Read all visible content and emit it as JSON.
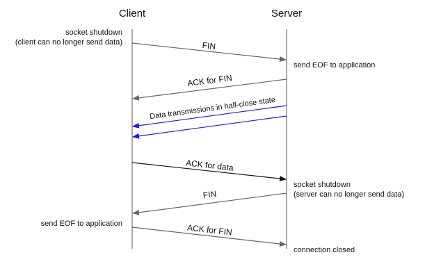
{
  "participants": {
    "client": "Client",
    "server": "Server"
  },
  "client_notes": {
    "shutdown_line1": "socket shutdown",
    "shutdown_line2": "(client can no longer send data)",
    "send_eof": "send EOF to application"
  },
  "server_notes": {
    "send_eof": "send EOF to application",
    "shutdown_line1": "socket shutdown",
    "shutdown_line2": "(server can no longer send data)",
    "connection_closed": "connection closed"
  },
  "messages": {
    "fin_client": "FIN",
    "ack_fin_server": "ACK for FIN",
    "data_half_close": "Data transmissions in half-close state",
    "ack_data": "ACK for data",
    "fin_server": "FIN",
    "ack_fin_client": "ACK for FIN"
  },
  "colors": {
    "gray_arrow": "#666666",
    "blue_arrow": "#1a1adb",
    "black_arrow": "#111111",
    "lifeline": "#555555"
  }
}
